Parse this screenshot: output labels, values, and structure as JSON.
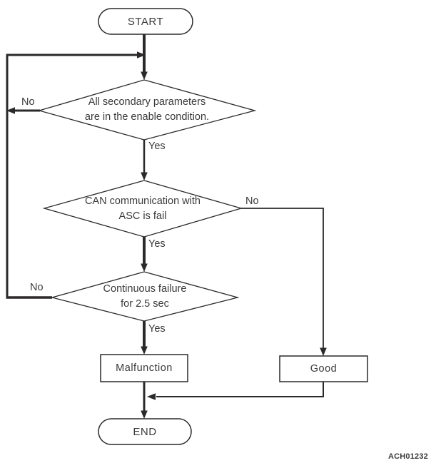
{
  "figure": {
    "code": "ACH01232",
    "colors": {
      "line": "#2b292a",
      "text": "#3c3a3b",
      "background": "#ffffff"
    },
    "nodes": {
      "start": {
        "label": "START"
      },
      "decision1": {
        "line1": "All secondary parameters",
        "line2": "are in the enable condition."
      },
      "decision2": {
        "line1": "CAN communication with",
        "line2": "ASC is fail"
      },
      "decision3": {
        "line1": "Continuous failure",
        "line2": "for 2.5 sec"
      },
      "malfunction": {
        "label": "Malfunction"
      },
      "good": {
        "label": "Good"
      },
      "end": {
        "label": "END"
      }
    },
    "branch_labels": {
      "decision1_no": "No",
      "decision1_yes": "Yes",
      "decision2_no": "No",
      "decision2_yes": "Yes",
      "decision3_no": "No",
      "decision3_yes": "Yes"
    }
  }
}
